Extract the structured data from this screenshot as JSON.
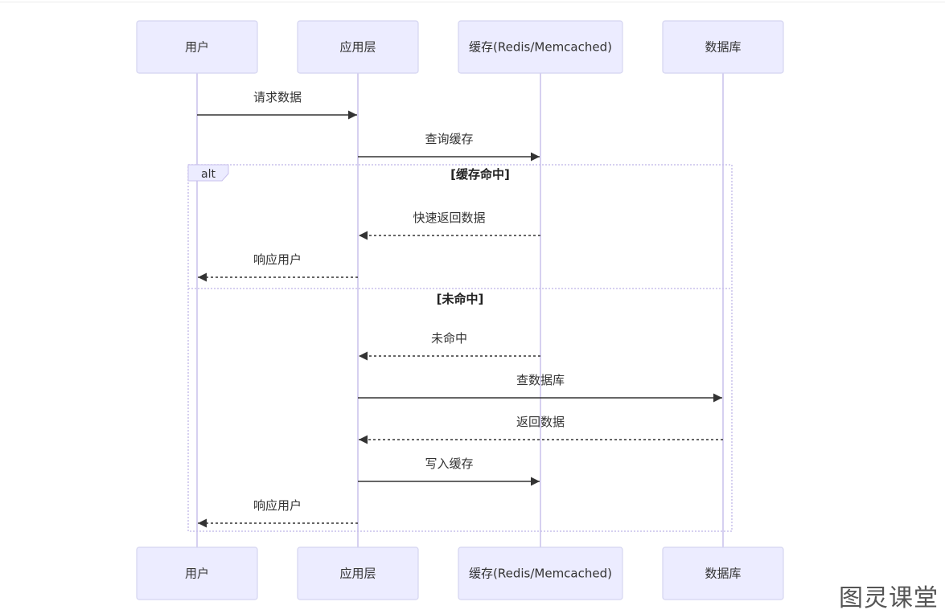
{
  "participants": [
    {
      "id": "user",
      "label": "用户"
    },
    {
      "id": "app",
      "label": "应用层"
    },
    {
      "id": "cache",
      "label": "缓存(Redis/Memcached)"
    },
    {
      "id": "db",
      "label": "数据库"
    }
  ],
  "messages": [
    {
      "from": "user",
      "to": "app",
      "text": "请求数据",
      "style": "solid"
    },
    {
      "from": "app",
      "to": "cache",
      "text": "查询缓存",
      "style": "solid"
    },
    {
      "from": "cache",
      "to": "app",
      "text": "快速返回数据",
      "style": "dashed"
    },
    {
      "from": "app",
      "to": "user",
      "text": "响应用户",
      "style": "dashed"
    },
    {
      "from": "cache",
      "to": "app",
      "text": "未命中",
      "style": "dashed"
    },
    {
      "from": "app",
      "to": "db",
      "text": "查数据库",
      "style": "solid"
    },
    {
      "from": "db",
      "to": "app",
      "text": "返回数据",
      "style": "dashed"
    },
    {
      "from": "app",
      "to": "cache",
      "text": "写入缓存",
      "style": "solid"
    },
    {
      "from": "app",
      "to": "user",
      "text": "响应用户",
      "style": "dashed"
    }
  ],
  "alt_block": {
    "keyword": "alt",
    "sections": [
      {
        "condition": "[缓存命中]"
      },
      {
        "condition": "[未命中]"
      }
    ]
  },
  "watermark": "图灵课堂",
  "colors": {
    "actor_fill": "#ECECFF",
    "actor_stroke": "#D4D4F0",
    "lifeline": "#D6D0F0",
    "arrow": "#333333",
    "frame": "#C8C0EC"
  }
}
